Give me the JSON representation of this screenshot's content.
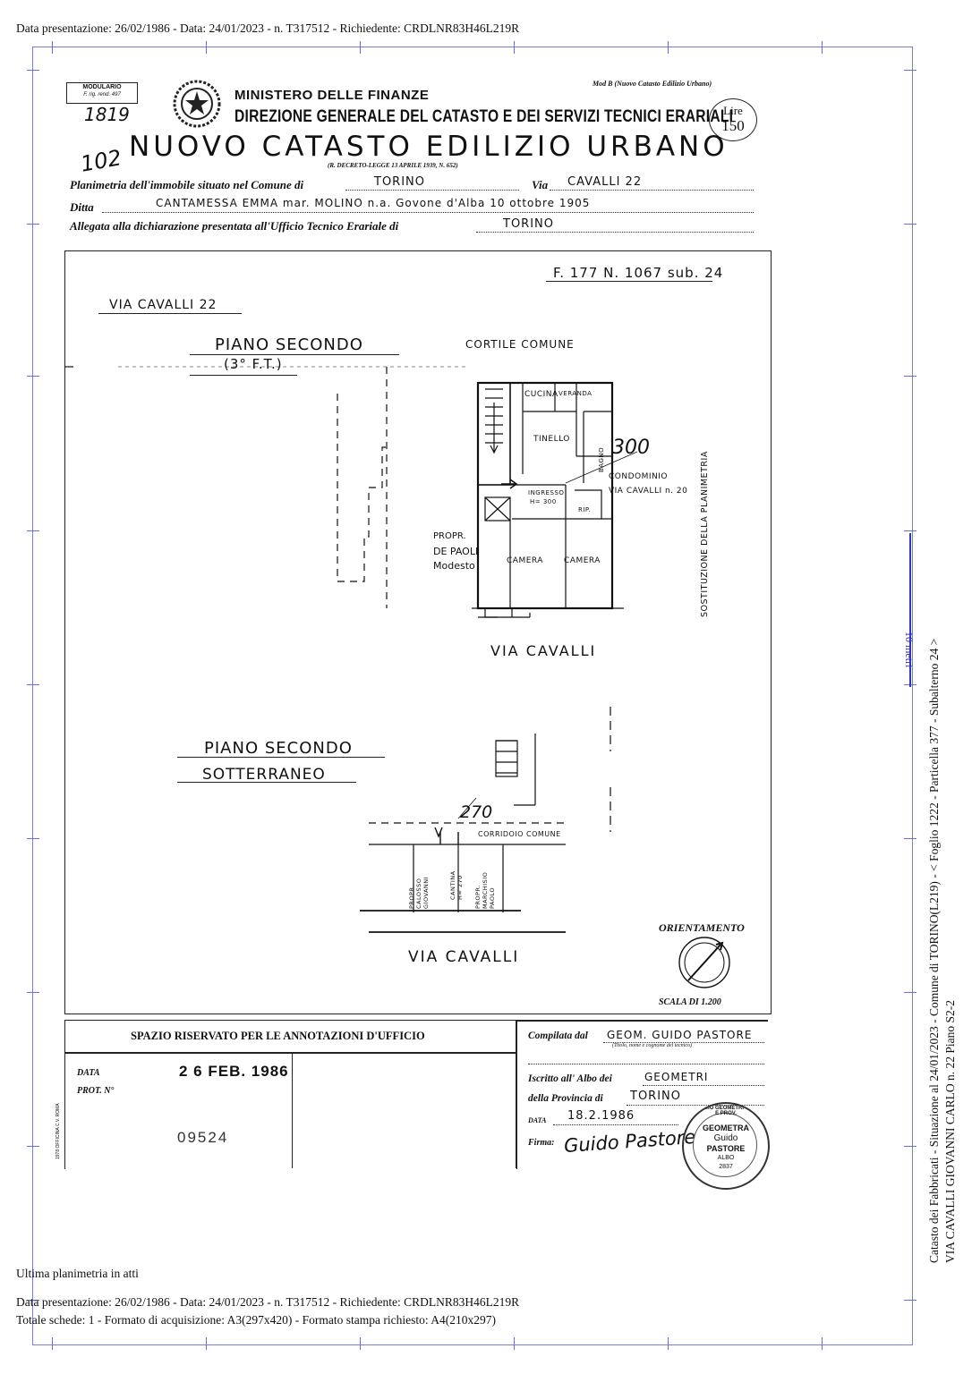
{
  "header_line": "Data presentazione: 26/02/1986 - Data: 24/01/2023 - n. T317512 - Richiedente: CRDLNR83H46L219R",
  "side_note": {
    "line1": "Catasto dei Fabbricati - Situazione al 24/01/2023 - Comune di TORINO(L219) - < Foglio 1222 - Particella  377 - Subalterno 24 >",
    "line2": "VIA CAVALLI GIOVANNI CARLO n. 22 Piano S2-2",
    "scale_label": "10 metri"
  },
  "form": {
    "modulario_label": "MODULARIO",
    "modulario_sub": "F. rig. rend. 497",
    "handwritten_number": "1819",
    "handwritten_102": "102",
    "ministry": "MINISTERO DELLE FINANZE",
    "direction": "DIREZIONE GENERALE DEL CATASTO E DEI SERVIZI TECNICI ERARIALI",
    "mod_label": "Mod B (Nuovo Catasto Edilizio Urbano)",
    "price_label": "Lire",
    "price_value": "150",
    "main_title": "NUOVO CATASTO EDILIZIO URBANO",
    "decree": "(R. DECRETO-LEGGE 13 APRILE 1939, N. 652)",
    "planimetria_label": "Planimetria dell'immobile situato nel Comune di",
    "comune_value": "TORINO",
    "via_label": "Via",
    "via_value": "CAVALLI  22",
    "ditta_label": "Ditta",
    "ditta_value": "CANTAMESSA  EMMA  mar. MOLINO  n.a. Govone d'Alba  10 ottobre 1905",
    "allegata_label": "Allegata alla dichiarazione presentata all'Ufficio Tecnico Erariale di",
    "ufficio_value": "TORINO"
  },
  "plan": {
    "ref": "F. 177  N. 1067  sub. 24",
    "street_top": "VIA  CAVALLI  22",
    "floor1_title": "PIANO  SECONDO",
    "floor1_sub": "(3° F.T.)",
    "cortile": "CORTILE  COMUNE",
    "rooms": {
      "cucina": "CUCINA",
      "veranda": "VERANDA",
      "tinello": "TINELLO",
      "bagno": "BAGNO",
      "ingresso": "INGRESSO",
      "ingresso_h": "H= 300",
      "rip": "RIP.",
      "camera1": "CAMERA",
      "camera2": "CAMERA"
    },
    "height_300": "300",
    "condominio": "CONDOMINIO",
    "condominio_addr": "VIA CAVALLI n. 20",
    "propr1": "PROPR.",
    "propr2": "DE PAOLI",
    "propr3": "Modesto",
    "sostituzione": "SOSTITUZIONE  DELLA  PLANIMETRIA",
    "street_mid": "VIA  CAVALLI",
    "floor2_title": "PIANO  SECONDO",
    "floor2_sub": "SOTTERRANEO",
    "height_270": "270",
    "corridoio": "CORRIDOIO  COMUNE",
    "cellar_left": "PROPR. CALOSSO GIOVANNI",
    "cellar_mid": "CANTINA H= 270",
    "cellar_right": "PROPR. MARCHISIO PAOLO",
    "street_bottom": "VIA  CAVALLI",
    "orientamento": "ORIENTAMENTO",
    "scala": "SCALA DI 1.200"
  },
  "annotations": {
    "reserved_title": "SPAZIO RISERVATO PER LE ANNOTAZIONI D'UFFICIO",
    "data_label": "DATA",
    "data_value": "2 6 FEB. 1986",
    "prot_label": "PROT. N°",
    "prot_value": "09524",
    "side_print": "1978  OFFICINA C.V.  ROMA"
  },
  "compiler": {
    "compilata_label": "Compilata dal",
    "compilata_value": "GEOM. GUIDO PASTORE",
    "compilata_hint": "(Titolo, nome e cognome del tecnico)",
    "iscritto_label": "Iscritto all' Albo dei",
    "iscritto_value": "GEOMETRI",
    "provincia_label": "della Provincia di",
    "provincia_value": "TORINO",
    "data_label": "DATA",
    "data_value": "18.2.1986",
    "firma_label": "Firma:",
    "firma_value": "Guido Pastore",
    "stamp_outer": "COLLEGIO GEOMETRI TORINO E PROV.",
    "stamp_line1": "GEOMETRA",
    "stamp_line2": "Guido",
    "stamp_line3": "PASTORE",
    "stamp_line4": "ALBO",
    "stamp_line5": "2837"
  },
  "footer": {
    "ultima": "Ultima planimetria in atti",
    "line1": "Data presentazione: 26/02/1986 - Data: 24/01/2023 - n. T317512 - Richiedente: CRDLNR83H46L219R",
    "line2": "Totale schede: 1 - Formato di acquisizione: A3(297x420)  - Formato stampa richiesto: A4(210x297)"
  }
}
